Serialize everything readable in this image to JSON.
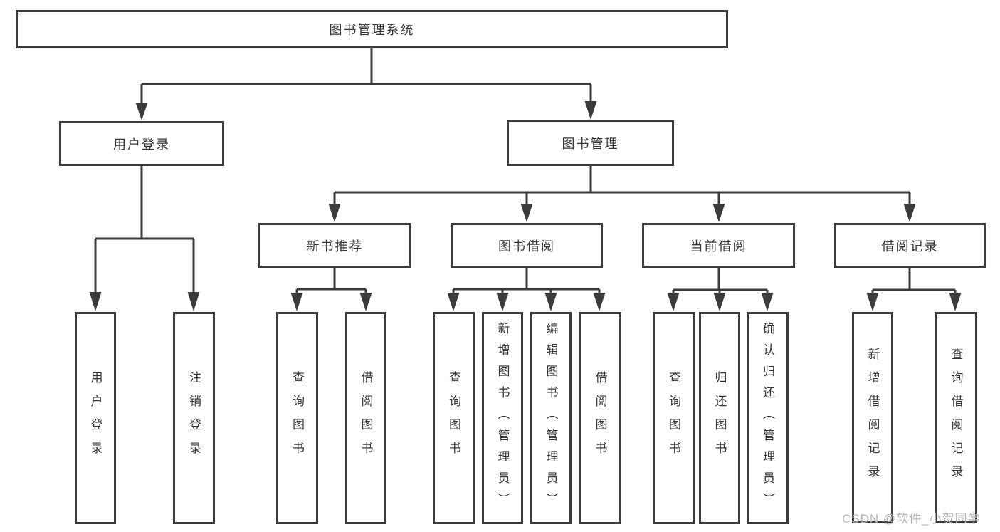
{
  "tree": {
    "root": "图书管理系统",
    "branches": [
      {
        "label": "用户登录",
        "children": [
          "用户登录",
          "注销登录"
        ]
      },
      {
        "label": "图书管理",
        "children": [
          {
            "label": "新书推荐",
            "children": [
              "查询图书",
              "借阅图书"
            ]
          },
          {
            "label": "图书借阅",
            "children": [
              "查询图书",
              "新增图书（管理员）",
              "编辑图书（管理员）",
              "借阅图书"
            ]
          },
          {
            "label": "当前借阅",
            "children": [
              "查询图书",
              "归还图书",
              "确认归还（管理员）"
            ]
          },
          {
            "label": "借阅记录",
            "children": [
              "新增借阅记录",
              "查询借阅记录"
            ]
          }
        ]
      }
    ]
  },
  "watermark": {
    "text": "CSDN @软件_小贺同学"
  },
  "colors": {
    "line": "#3b3b3b",
    "text": "#353535",
    "watermark": "#b2b2b5",
    "background": "#ffffff"
  }
}
